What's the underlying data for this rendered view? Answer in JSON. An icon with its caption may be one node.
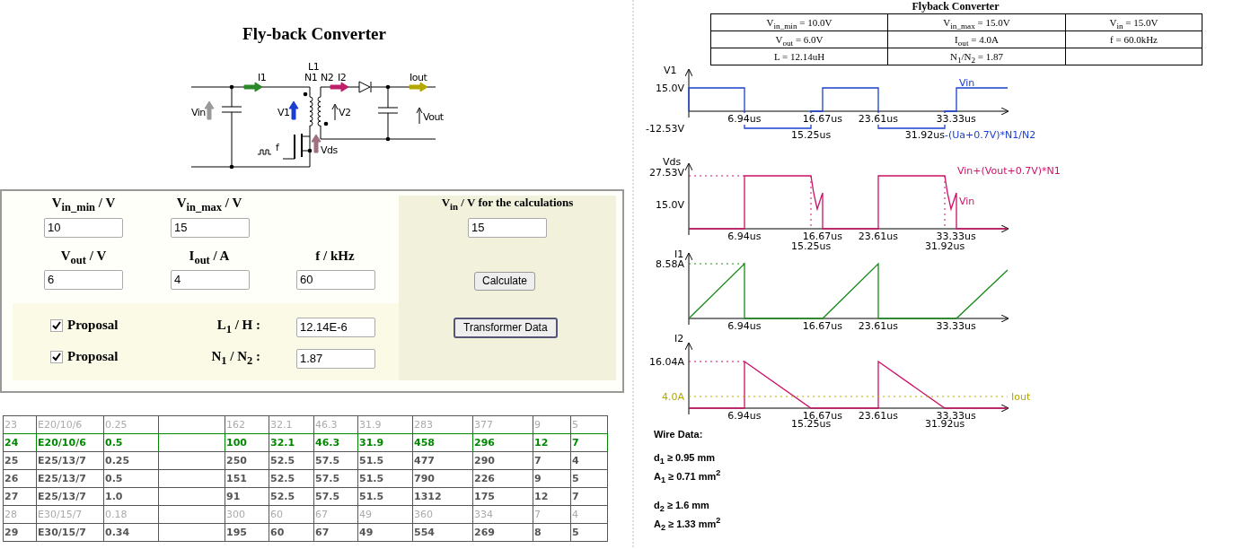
{
  "diagram": {
    "title": "Fly-back Converter",
    "labels": [
      "L1",
      "I1",
      "N1",
      "N2",
      "I2",
      "Iout",
      "Vin",
      "V1",
      "V2",
      "Vout",
      "f",
      "Vds",
      "V$_{in_min}$ / V",
      "10",
      "V$_{in_max}$ / V",
      "15",
      "V$_{in}$ / V for the calculations",
      "15",
      "V$_{out}$ / V",
      "6",
      "I$_{out}$ / A",
      "4",
      "f / kHz",
      "60",
      "Calculate",
      "Proposal",
      "L$_{1}$ / H :",
      "12.14E-6",
      "Transformer Data",
      "Proposal",
      "N$_{1}$ / N$_{2}$ :",
      "1.87",
      "23",
      "E20/10/6",
      "0.25",
      "162",
      "32.1",
      "46.3",
      "31.9",
      "283",
      "377",
      "9",
      "5",
      "24",
      "E20/10/6",
      "0.5",
      "100",
      "32.1",
      "46.3",
      "31.9",
      "458",
      "296",
      "12",
      "7",
      "25",
      "E25/13/7",
      "0.25",
      "250",
      "52.5",
      "57.5",
      "51.5",
      "477",
      "290",
      "7",
      "4",
      "26",
      "E25/13/7",
      "0.5",
      "151",
      "52.5",
      "57.5",
      "51.5",
      "790",
      "226",
      "9",
      "5",
      "27",
      "E25/13/7",
      "1.0",
      "91",
      "52.5",
      "57.5",
      "51.5",
      "1312",
      "175",
      "12",
      "7",
      "28",
      "E30/15/7",
      "0.18",
      "300",
      "60",
      "67",
      "49",
      "360",
      "334",
      "7",
      "4",
      "29",
      "E30/15/7",
      "0.34",
      "195",
      "60",
      "67",
      "49",
      "554",
      "269",
      "8",
      "5",
      "Flyback Converter",
      "V$_{in_min}$ = 10.0V",
      "V$_{in_max}$ = 15.0V",
      "V$_{in}$ = 15.0V",
      "V$_{out}$ = 6.0V",
      "I$_{out}$ = 4.0A",
      "f = 60.0kHz",
      "L = 12.14uH",
      "N$_{1}$/N$_{2}$ = 1.87",
      "V1",
      "15.0V",
      "-12.53V",
      "6.94us",
      "16.67us",
      "23.61us",
      "33.33us",
      "Vin",
      "15.25us",
      "31.92us",
      "-(Ua+0.7V)*N1/N2",
      "Vds",
      "27.53V",
      "15.0V",
      "Vin+(Vout+0.7V)*N1",
      "Vin",
      "6.94us",
      "16.67us",
      "23.61us",
      "33.33us",
      "15.25us",
      "31.92us",
      "I1",
      "8.58A",
      "6.94us",
      "16.67us",
      "23.61us",
      "33.33us",
      "I2",
      "16.04A",
      "4.0A",
      "Iout",
      "6.94us",
      "16.67us",
      "23.61us",
      "33.33us",
      "15.25us",
      "31.92us",
      "Wire Data:",
      "d$_{1}$ ≥ 0.95 mm",
      "A$_{1}$ ≥ 0.71 mm$^{2}$",
      "d$_{2}$ ≥ 1.6 mm",
      "A$_{2}$ ≥ 1.33 mm$^{2}$"
    ]
  }
}
